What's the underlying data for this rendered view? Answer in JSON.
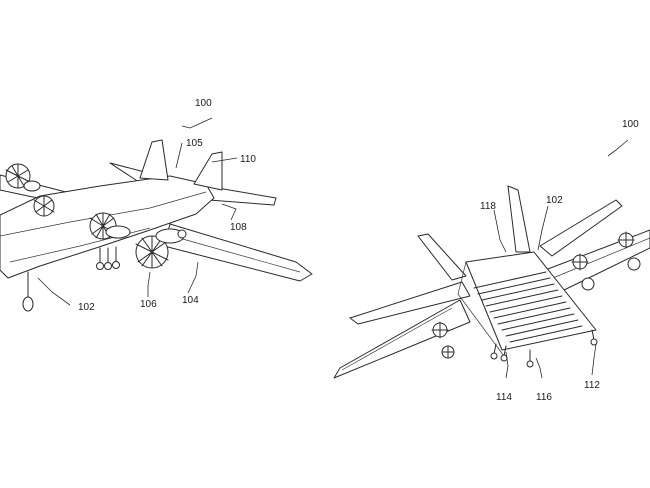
{
  "figure_left": {
    "labels": {
      "ref_100": "100",
      "ref_105": "105",
      "ref_110": "110",
      "ref_108": "108",
      "ref_102": "102",
      "ref_106": "106",
      "ref_104": "104"
    }
  },
  "figure_right": {
    "labels": {
      "ref_100": "100",
      "ref_118": "118",
      "ref_102": "102",
      "ref_114": "114",
      "ref_116": "116",
      "ref_112": "112"
    }
  }
}
